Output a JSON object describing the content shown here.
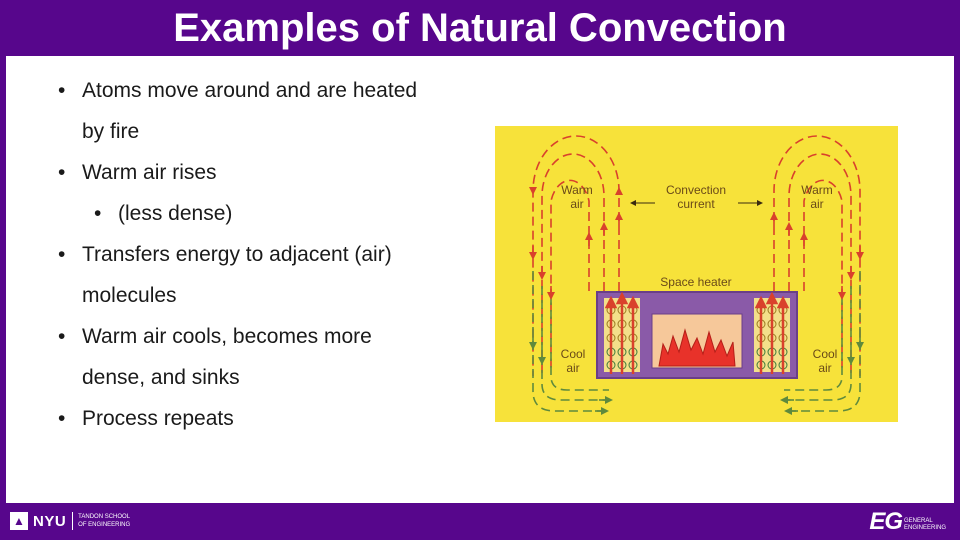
{
  "title": "Examples of Natural Convection",
  "bullets": [
    {
      "text": "Atoms move around and are heated",
      "cont": "by fire",
      "level": 1
    },
    {
      "text": "Warm air rises",
      "level": 1
    },
    {
      "text": "(less dense)",
      "level": 2
    },
    {
      "text": "Transfers energy to adjacent (air)",
      "cont": "molecules",
      "level": 1
    },
    {
      "text": "Warm air cools, becomes more",
      "cont": "dense, and sinks",
      "level": 1
    },
    {
      "text": "Process repeats",
      "level": 1
    }
  ],
  "bullet_glyph": "•",
  "diagram": {
    "labels": {
      "warm_air_left": [
        "Warm",
        "air"
      ],
      "convection_current": [
        "Convection",
        "current"
      ],
      "warm_air_right": [
        "Warm",
        "air"
      ],
      "space_heater": "Space heater",
      "cool_air_left": [
        "Cool",
        "air"
      ],
      "cool_air_right": [
        "Cool",
        "air"
      ]
    },
    "colors": {
      "background": "#f7e23a",
      "warm_arrow": "#d9412c",
      "cool_arrow": "#5f8a3c",
      "heater_frame": "#8a5aa8",
      "heater_window": "#f6c89a",
      "flame": "#e8322a"
    }
  },
  "footer": {
    "nyu": {
      "name": "NYU",
      "school": [
        "TANDON SCHOOL",
        "OF ENGINEERING"
      ]
    },
    "eg": {
      "mark": "EG",
      "sub": [
        "GENERAL",
        "ENGINEERING"
      ]
    },
    "color": "#57068c"
  }
}
